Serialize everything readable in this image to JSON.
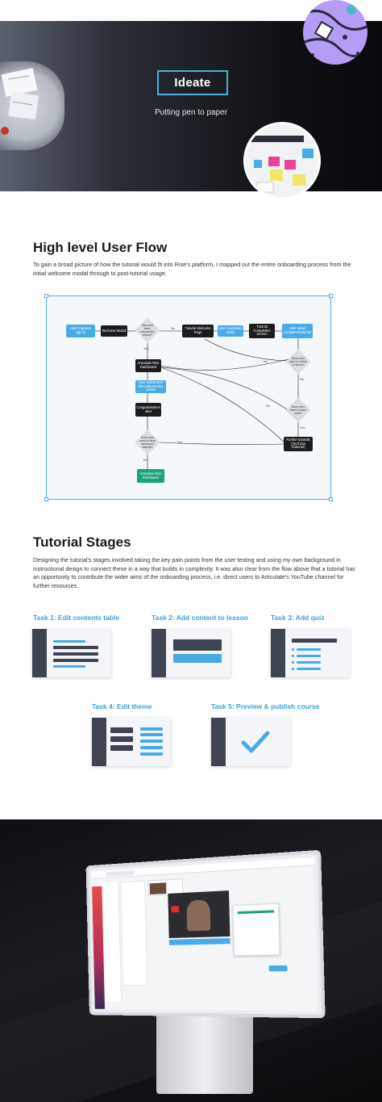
{
  "hero": {
    "title": "Ideate",
    "subtitle": "Putting pen to paper"
  },
  "user_flow": {
    "heading": "High level User Flow",
    "description": "To gain a broad picture of how the tutorial would fit into Rise's platform, I mapped out the entire onboarding process from the initial welcome modal through to post-tutorial usage.",
    "nodes": {
      "registers": "User registers sign in",
      "welcome_modal": "Welcome Modal",
      "onboarded_q": "Has user been onboarded before?",
      "tutorial_welcome": "Tutorial Welcome Page",
      "completes_tasks": "User completes tasks",
      "completion_screen": "Tutorial Completion Screen",
      "views_completed": "User views completed task list",
      "return_demo_q": "Does user want to return to demo?",
      "learn_more_q": "Does user want to learn more?",
      "articulate_dashboard_1": "Articulate Rise Dashboard",
      "builds_course": "User builds their first independent course",
      "congrats": "Congratulations alert",
      "view_advanced_q": "Does user want to view advanced tutorial?",
      "further_tutorials": "Further tutorials (YouTube Channel)",
      "articulate_dashboard_2": "Articulate Rise Dashboard"
    },
    "edge_labels": {
      "no": "No",
      "yes": "Yes"
    }
  },
  "stages": {
    "heading": "Tutorial Stages",
    "description": "Designing the tutorial's stages involved taking the key pain points from the user testing and using my own background in instructional design to connect these in a way that builds in complexity. It was also clear from the flow above that a tutorial has an opportunity to contribute the wider aims of the onboarding process, i.e. direct users to Articulate's YouTube channel for further resources.",
    "tasks": [
      {
        "label": "Task 1: Edit contents table"
      },
      {
        "label": "Task 2: Add content to lesson"
      },
      {
        "label": "Task 3: Add quiz"
      },
      {
        "label": "Task 4: Edit theme"
      },
      {
        "label": "Task 5: Preview & publish course"
      }
    ],
    "colors": {
      "accent": "#3ba0dc",
      "sidebar": "#3e4452",
      "card_bg": "#f3f5f8"
    }
  }
}
